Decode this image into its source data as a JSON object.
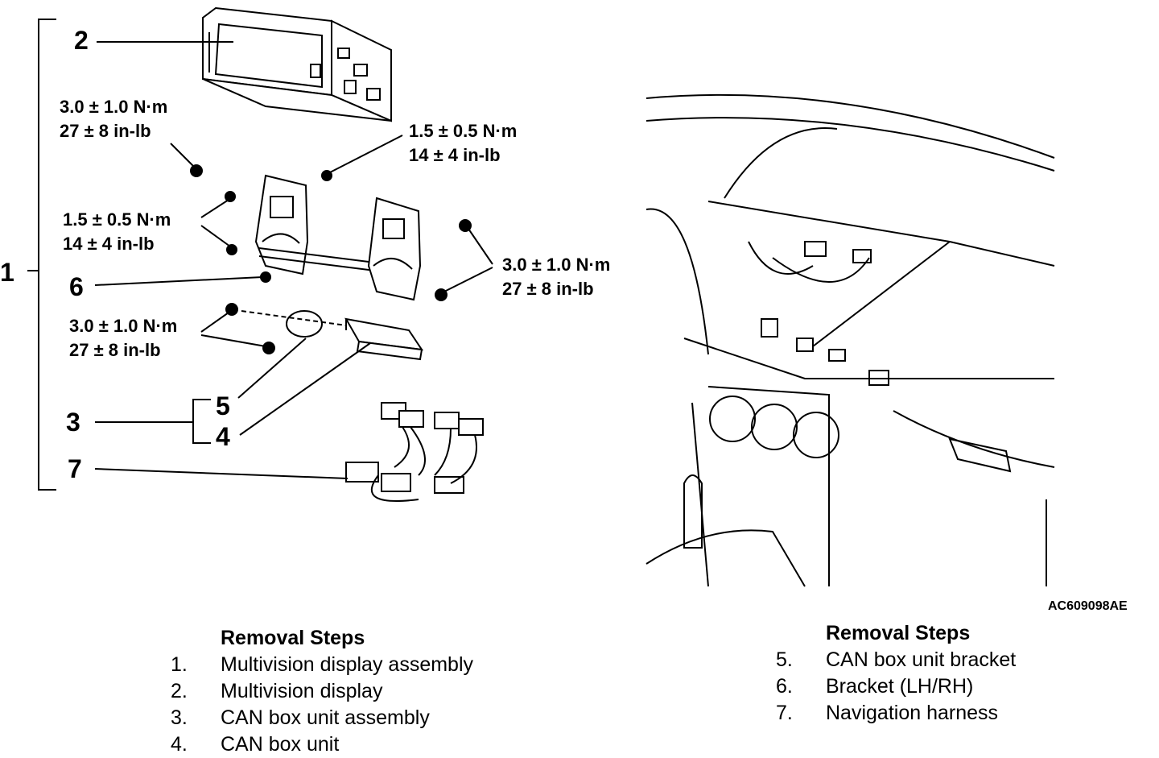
{
  "callouts": {
    "c1": "1",
    "c2": "2",
    "c3": "3",
    "c4": "4",
    "c5": "5",
    "c6": "6",
    "c7": "7"
  },
  "torques": [
    {
      "nm": "3.0 ± 1.0 N·m",
      "inlb": "27 ± 8 in-lb"
    },
    {
      "nm": "1.5 ± 0.5 N·m",
      "inlb": "14 ± 4 in-lb"
    },
    {
      "nm": "1.5 ± 0.5 N·m",
      "inlb": "14 ± 4 in-lb"
    },
    {
      "nm": "3.0 ± 1.0 N·m",
      "inlb": "27 ± 8 in-lb"
    },
    {
      "nm": "3.0 ± 1.0 N·m",
      "inlb": "27 ± 8 in-lb"
    }
  ],
  "figure_id": "AC609098AE",
  "steps_left": {
    "title": "Removal Steps",
    "items": [
      {
        "num": "1.",
        "label": "Multivision display assembly"
      },
      {
        "num": "2.",
        "label": "Multivision display"
      },
      {
        "num": "3.",
        "label": "CAN box unit assembly"
      },
      {
        "num": "4.",
        "label": "CAN box unit"
      }
    ]
  },
  "steps_right": {
    "title": "Removal Steps",
    "items": [
      {
        "num": "5.",
        "label": "CAN box unit bracket"
      },
      {
        "num": "6.",
        "label": "Bracket (LH/RH)"
      },
      {
        "num": "7.",
        "label": "Navigation harness"
      }
    ]
  }
}
